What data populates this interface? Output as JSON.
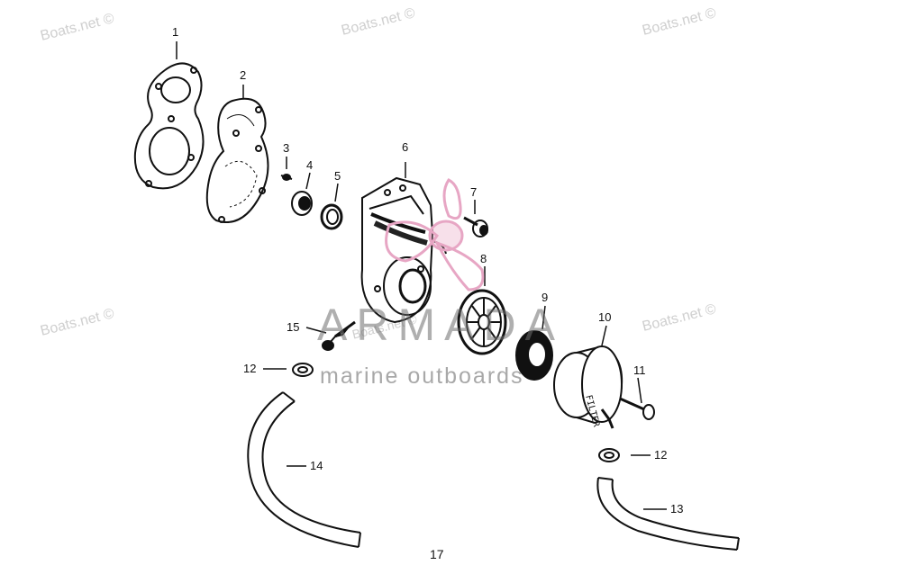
{
  "watermark": {
    "text": "Boats.net ©"
  },
  "brand": {
    "name": "ARMADA",
    "tagline": "marine outboards",
    "accent_color": "#e7a6c4"
  },
  "labels": {
    "p1": "1",
    "p2": "2",
    "p3": "3",
    "p4": "4",
    "p5": "5",
    "p6": "6",
    "p7": "7",
    "p8": "8",
    "p9": "9",
    "p10": "10",
    "p11": "11",
    "p12a": "12",
    "p12b": "12",
    "p13": "13",
    "p14": "14",
    "p15": "15"
  },
  "page_number": "17"
}
